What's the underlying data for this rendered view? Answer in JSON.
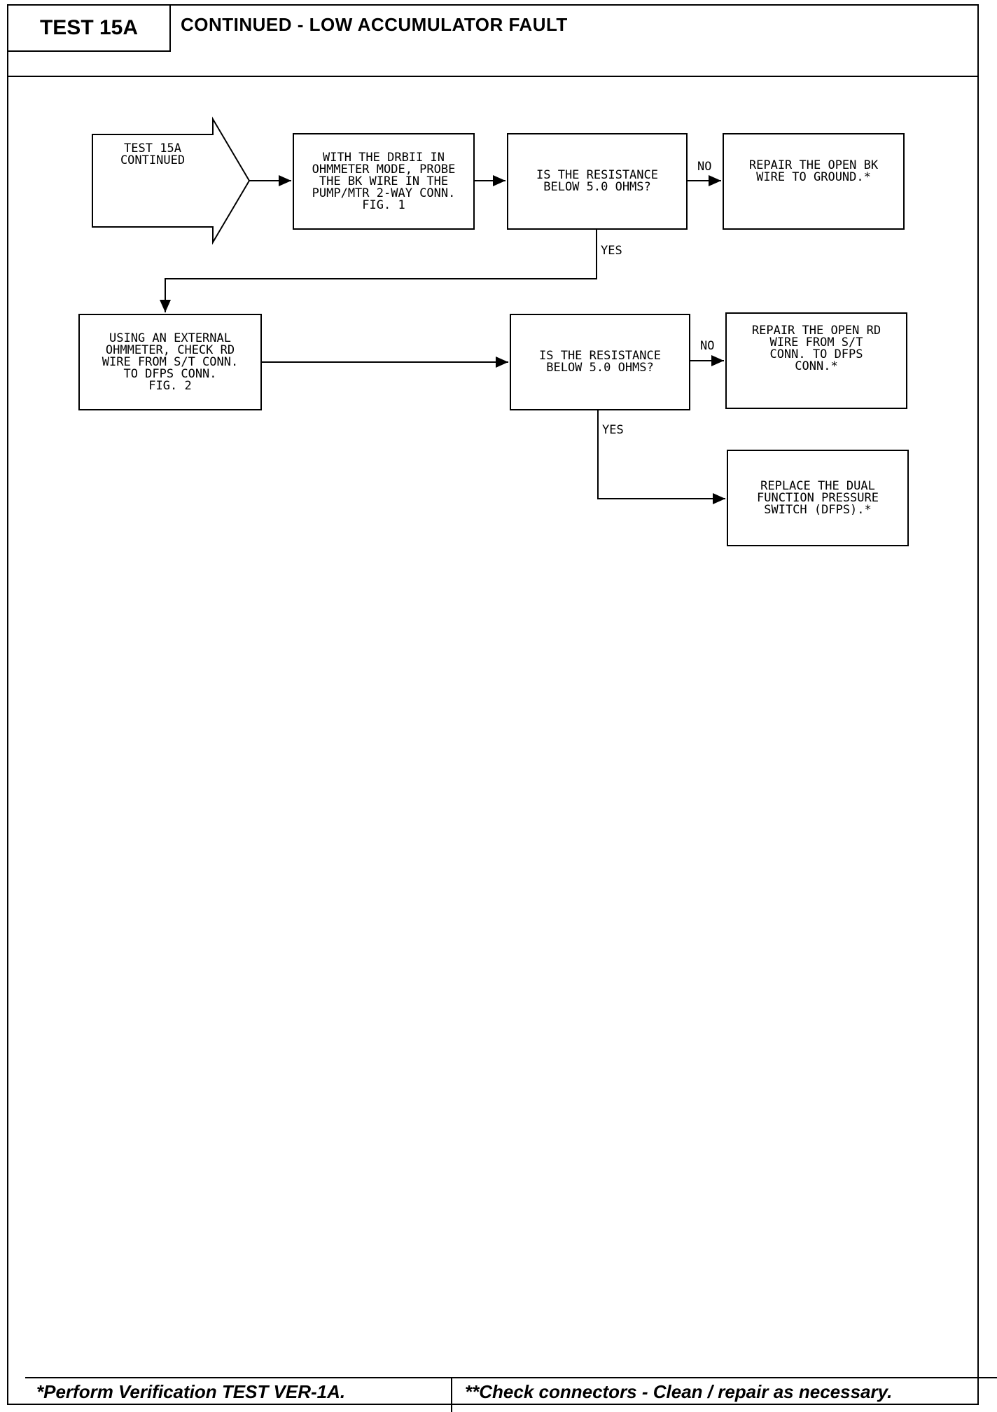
{
  "header": {
    "test_label": "TEST 15A",
    "title": "CONTINUED - LOW ACCUMULATOR FAULT"
  },
  "flow": {
    "start": "TEST 15A\nCONTINUED",
    "step1": "WITH THE DRBII IN\nOHMMETER MODE, PROBE\nTHE BK WIRE IN THE\nPUMP/MTR 2-WAY CONN.\nFIG. 1",
    "q1": "IS THE RESISTANCE\nBELOW 5.0 OHMS?",
    "r1": "REPAIR THE OPEN BK\nWIRE TO GROUND.*",
    "step2": "USING AN EXTERNAL\nOHMMETER, CHECK RD\nWIRE FROM S/T CONN.\nTO DFPS CONN.\nFIG. 2",
    "q2": "IS THE RESISTANCE\nBELOW 5.0 OHMS?",
    "r2": "REPAIR THE OPEN RD\nWIRE FROM S/T\nCONN. TO DFPS\nCONN.*",
    "r3": "REPLACE THE DUAL\nFUNCTION PRESSURE\nSWITCH (DFPS).*",
    "no_label": "NO",
    "yes_label": "YES"
  },
  "footer": {
    "left": "*Perform Verification TEST VER-1A.",
    "right": "**Check connectors - Clean / repair as necessary."
  }
}
